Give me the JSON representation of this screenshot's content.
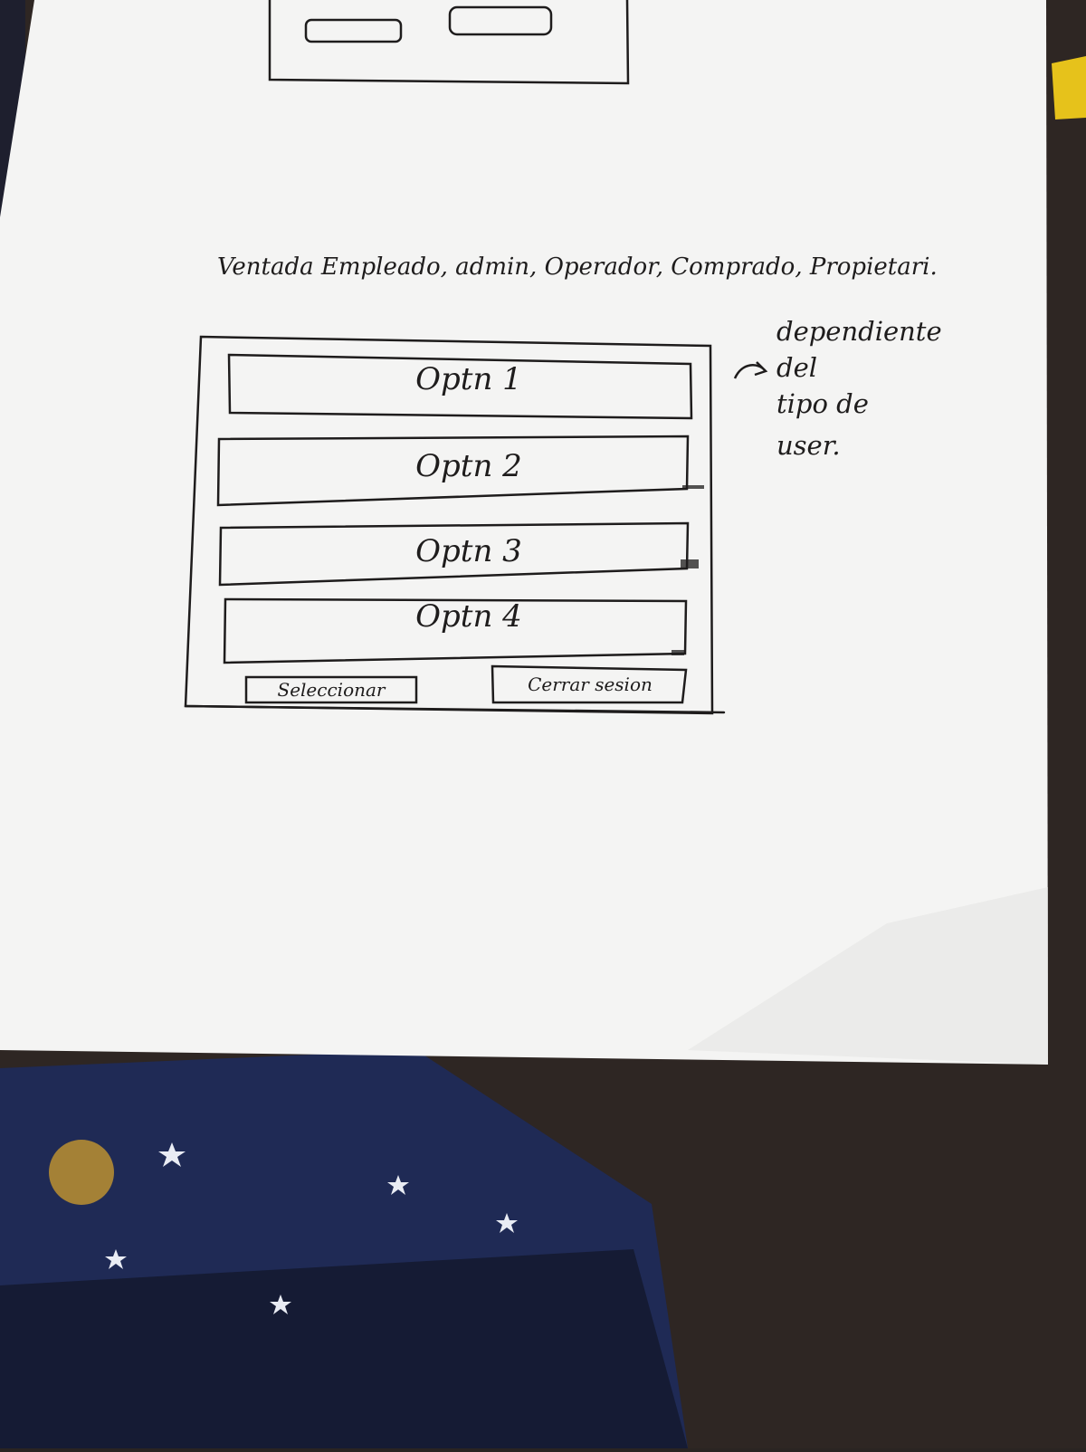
{
  "colors": {
    "paper": "#f4f4f3",
    "ink": "#1e1c1c",
    "table": "#2e2623",
    "fabric": "#1f2a55",
    "star": "#e9ecf4"
  },
  "sketch": {
    "window_title": "Ventada Empleado, admin, Operador, Comprado, Propietari.",
    "options": [
      "Optn 1",
      "Optn 2",
      "Optn 3",
      "Optn 4"
    ],
    "buttons": {
      "select": "Seleccionar",
      "logout": "Cerrar sesion"
    },
    "note": {
      "line1": "dependiente",
      "line2": "del",
      "line3": "tipo de",
      "line4": "user."
    }
  }
}
